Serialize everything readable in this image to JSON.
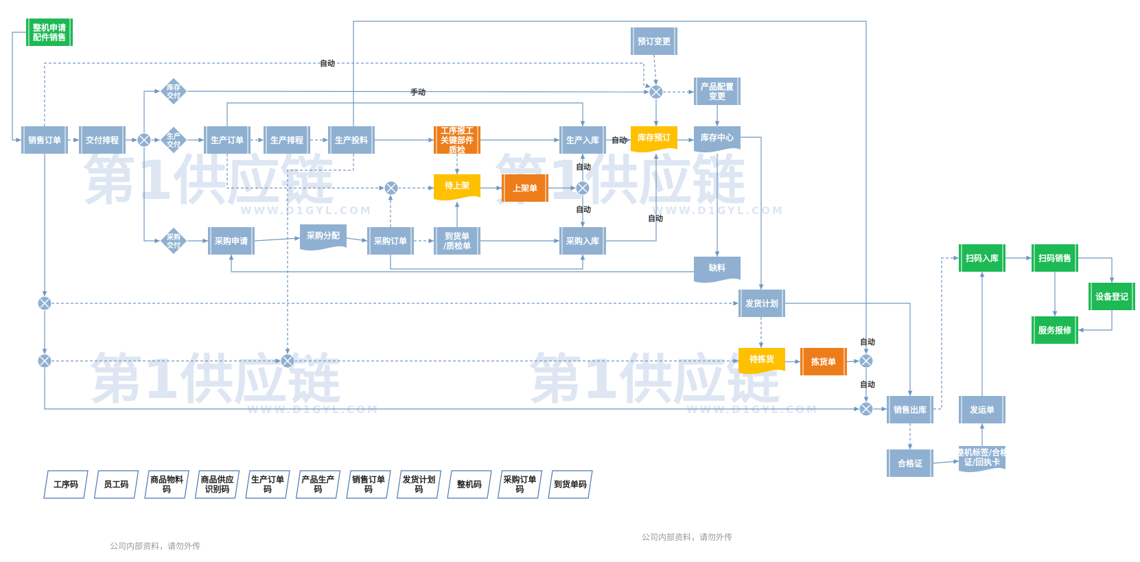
{
  "colors": {
    "process_fill": "#8fb0d1",
    "process_dark": "#5f87b3",
    "green": "#1db954",
    "orange": "#ed7d1a",
    "yellow": "#ffc000",
    "line": "#6e97c2",
    "code_border": "#4a78b0"
  },
  "watermark": {
    "text": "第1供应链",
    "url": "WWW.D1GYL.COM"
  },
  "footer": {
    "left": "公司内部资料，请勿外传",
    "right": "公司内部资料，请勿外传"
  },
  "labels": {
    "auto": "自动",
    "manual": "手动"
  },
  "nodes": {
    "zhengji": [
      "整机申请",
      "配件销售"
    ],
    "xiaoshou_dingdan": [
      "销售订单"
    ],
    "jiaofu_paicheng": [
      "交付排程"
    ],
    "kucun_jiaofu": [
      "库存",
      "交付"
    ],
    "shengchan_jiaofu": [
      "生产",
      "交付"
    ],
    "caigou_jiaofu": [
      "采购",
      "交付"
    ],
    "shengchan_dingdan": [
      "生产订单"
    ],
    "shengchan_paicheng": [
      "生产排程"
    ],
    "shengchan_touliao": [
      "生产投料"
    ],
    "gongxu_baogong": [
      "工序报工",
      "关键部件",
      "质检"
    ],
    "shengchan_ruku": [
      "生产入库"
    ],
    "kucun_yuding": [
      "库存预订"
    ],
    "kucun_zhongxin": [
      "库存中心"
    ],
    "yuding_biangeng": [
      "预订变更"
    ],
    "chanpin_peizhi": [
      "产品配置",
      "变更"
    ],
    "dai_shangjia": [
      "待上架"
    ],
    "shangjia_dan": [
      "上架单"
    ],
    "caigou_shenqing": [
      "采购申请"
    ],
    "caigou_fenpei": [
      "采购分配"
    ],
    "caigou_dingdan": [
      "采购订单"
    ],
    "daohuo_dan": [
      "到货单",
      "/质检单"
    ],
    "caigou_ruku": [
      "采购入库"
    ],
    "queliao": [
      "缺料"
    ],
    "fahuo_jihua": [
      "发货计划"
    ],
    "dai_jianhuo": [
      "待拣货"
    ],
    "jianhuo_dan": [
      "拣货单"
    ],
    "xiaoshou_chuku": [
      "销售出库"
    ],
    "hege_zheng": [
      "合格证"
    ],
    "zhengji_biaoqian": [
      "整机标签/合格",
      "证/回执卡"
    ],
    "fayun_dan": [
      "发运单"
    ],
    "saoma_ruku": [
      "扫码入库"
    ],
    "saoma_xiaoshou": [
      "扫码销售"
    ],
    "shebei_dengji": [
      "设备登记"
    ],
    "fuwu_baoxiu": [
      "服务报修"
    ]
  },
  "codes": [
    [
      "工序码"
    ],
    [
      "员工码"
    ],
    [
      "商品物料",
      "码"
    ],
    [
      "商品供应",
      "识别码"
    ],
    [
      "生产订单",
      "码"
    ],
    [
      "产品生产",
      "码"
    ],
    [
      "销售订单",
      "码"
    ],
    [
      "发货计划",
      "码"
    ],
    [
      "整机码"
    ],
    [
      "采购订单",
      "码"
    ],
    [
      "到货单码"
    ]
  ]
}
